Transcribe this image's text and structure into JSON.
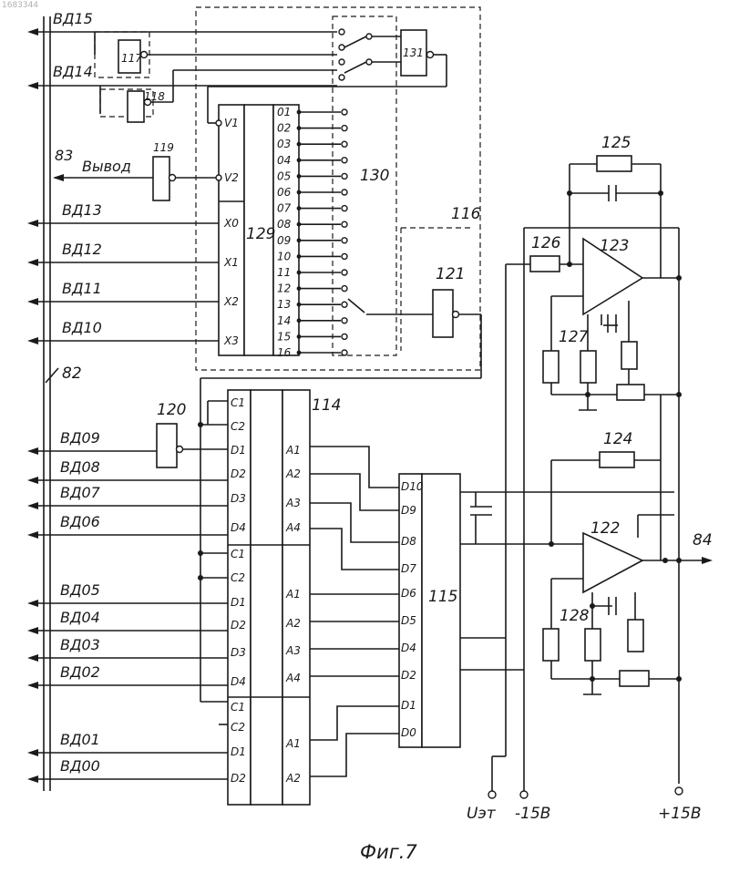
{
  "doc_number": "1683344",
  "caption": "Фиг.7",
  "outputs": {
    "vd15": "ВД15",
    "vd14": "ВД14",
    "b3": "83",
    "vyvod": "Вывод",
    "vd13": "ВД13",
    "vd12": "ВД12",
    "vd11": "ВД11",
    "vd10": "ВД10",
    "bus_82": "82",
    "vd09": "ВД09",
    "vd08": "ВД08",
    "vd07": "ВД07",
    "vd06": "ВД06",
    "vd05": "ВД05",
    "vd04": "ВД04",
    "vd03": "ВД03",
    "vd02": "ВД02",
    "vd01": "ВД01",
    "vd00": "ВД00",
    "out_84": "84"
  },
  "components": {
    "c114": "114",
    "c115": "115",
    "c116": "116",
    "c117": "117",
    "c118": "118",
    "c119": "119",
    "c120": "120",
    "c121": "121",
    "c122": "122",
    "c123": "123",
    "c124": "124",
    "c125": "125",
    "c126": "126",
    "c127": "127",
    "c128": "128",
    "c129": "129",
    "c130": "130",
    "c131": "131"
  },
  "pins_129": {
    "v1": "V1",
    "v2": "V2",
    "x0": "X0",
    "x1": "X1",
    "x2": "X2",
    "x3": "X3"
  },
  "pins_130": [
    "01",
    "02",
    "03",
    "04",
    "05",
    "06",
    "07",
    "08",
    "09",
    "10",
    "11",
    "12",
    "13",
    "14",
    "15",
    "16"
  ],
  "pins_114": {
    "c1": "C1",
    "c2": "C2",
    "d1": "D1",
    "d2": "D2",
    "d3": "D3",
    "d4": "D4",
    "a1": "A1",
    "a2": "A2",
    "a3": "A3",
    "a4": "A4"
  },
  "pins_115": [
    "D10",
    "D9",
    "D8",
    "D7",
    "D6",
    "D5",
    "D4",
    "D2",
    "D1",
    "D0"
  ],
  "terminals": {
    "uet": "Uэт",
    "minus15": "-15В",
    "plus15": "+15В"
  }
}
